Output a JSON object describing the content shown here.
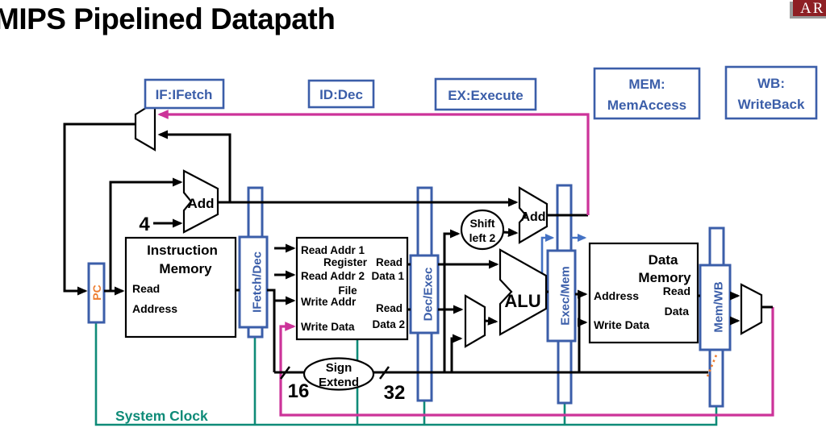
{
  "title": "MIPS Pipelined Datapath",
  "logo": {
    "text": "AR"
  },
  "colors": {
    "accent_blue": "#3b5ea9",
    "branch_arrow_blue": "#4472c4",
    "writeback_magenta": "#cc3399",
    "clock_teal": "#0f8b78",
    "pc_orange": "#ed7d31",
    "logo_maroon": "#8e1f24",
    "wire_black": "#000000"
  },
  "stages": {
    "if": "IF:IFetch",
    "id": "ID:Dec",
    "ex": "EX:Execute",
    "mem1": "MEM:",
    "mem2": "MemAccess",
    "wb1": "WB:",
    "wb2": "WriteBack"
  },
  "registers": {
    "pc": "PC",
    "if_id": "IFetch/Dec",
    "id_ex": "Dec/Exec",
    "ex_mem": "Exec/Mem",
    "mem_wb": "Mem/WB"
  },
  "imem": {
    "title1": "Instruction",
    "title2": "Memory",
    "port1": "Read",
    "port2": "Address"
  },
  "regfile": {
    "title1": "Register",
    "title2": "File",
    "in1": "Read Addr 1",
    "in2": "Read Addr 2",
    "in3": "Write Addr",
    "in4": "Write Data",
    "out1a": "Read",
    "out1b": "Data 1",
    "out2a": "Read",
    "out2b": "Data 2"
  },
  "dmem": {
    "title1": "Data",
    "title2": "Memory",
    "in1": "Address",
    "in2": "Write Data",
    "out1a": "Read",
    "out1b": "Data"
  },
  "units": {
    "add_if": "Add",
    "add_ex": "Add",
    "alu": "ALU",
    "shift1": "Shift",
    "shift2": "left 2",
    "signext1": "Sign",
    "signext2": "Extend"
  },
  "constants": {
    "pc_increment": "4",
    "imm_in_width": "16",
    "imm_out_width": "32"
  },
  "clock": {
    "label": "System Clock"
  }
}
